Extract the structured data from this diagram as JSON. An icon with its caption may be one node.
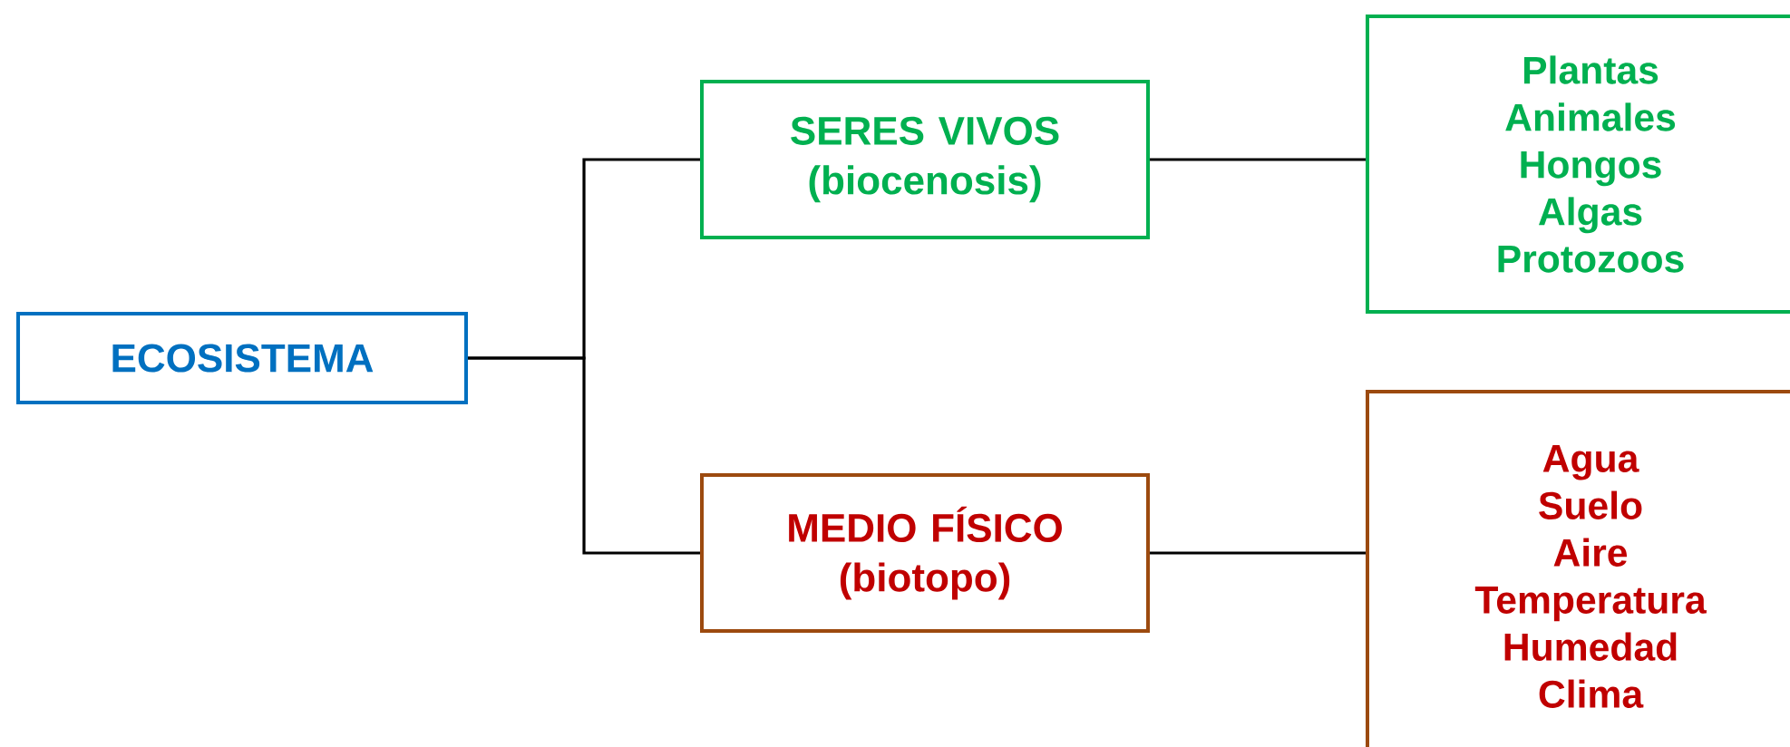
{
  "diagram": {
    "nodes": [
      {
        "text": [
          "ECOSISTEMA"
        ]
      },
      {
        "text": [
          "SERES VIVOS (biocenosis)"
        ]
      },
      {
        "text": [
          "MEDIO FÍSICO (biotopo)"
        ]
      },
      {
        "text": [
          "Plantas",
          "Animales",
          "Hongos",
          "Algas",
          "Protozoos"
        ]
      },
      {
        "text": [
          "Agua",
          "Suelo",
          "Aire",
          "Temperatura",
          "Humedad",
          "Clima"
        ]
      }
    ],
    "edges": [
      {
        "from": 0,
        "to": 1,
        "arrow": "none"
      },
      {
        "from": 0,
        "to": 2,
        "arrow": "none"
      },
      {
        "from": 1,
        "to": 3,
        "arrow": "none"
      },
      {
        "from": 2,
        "to": 4,
        "arrow": "none"
      }
    ]
  }
}
